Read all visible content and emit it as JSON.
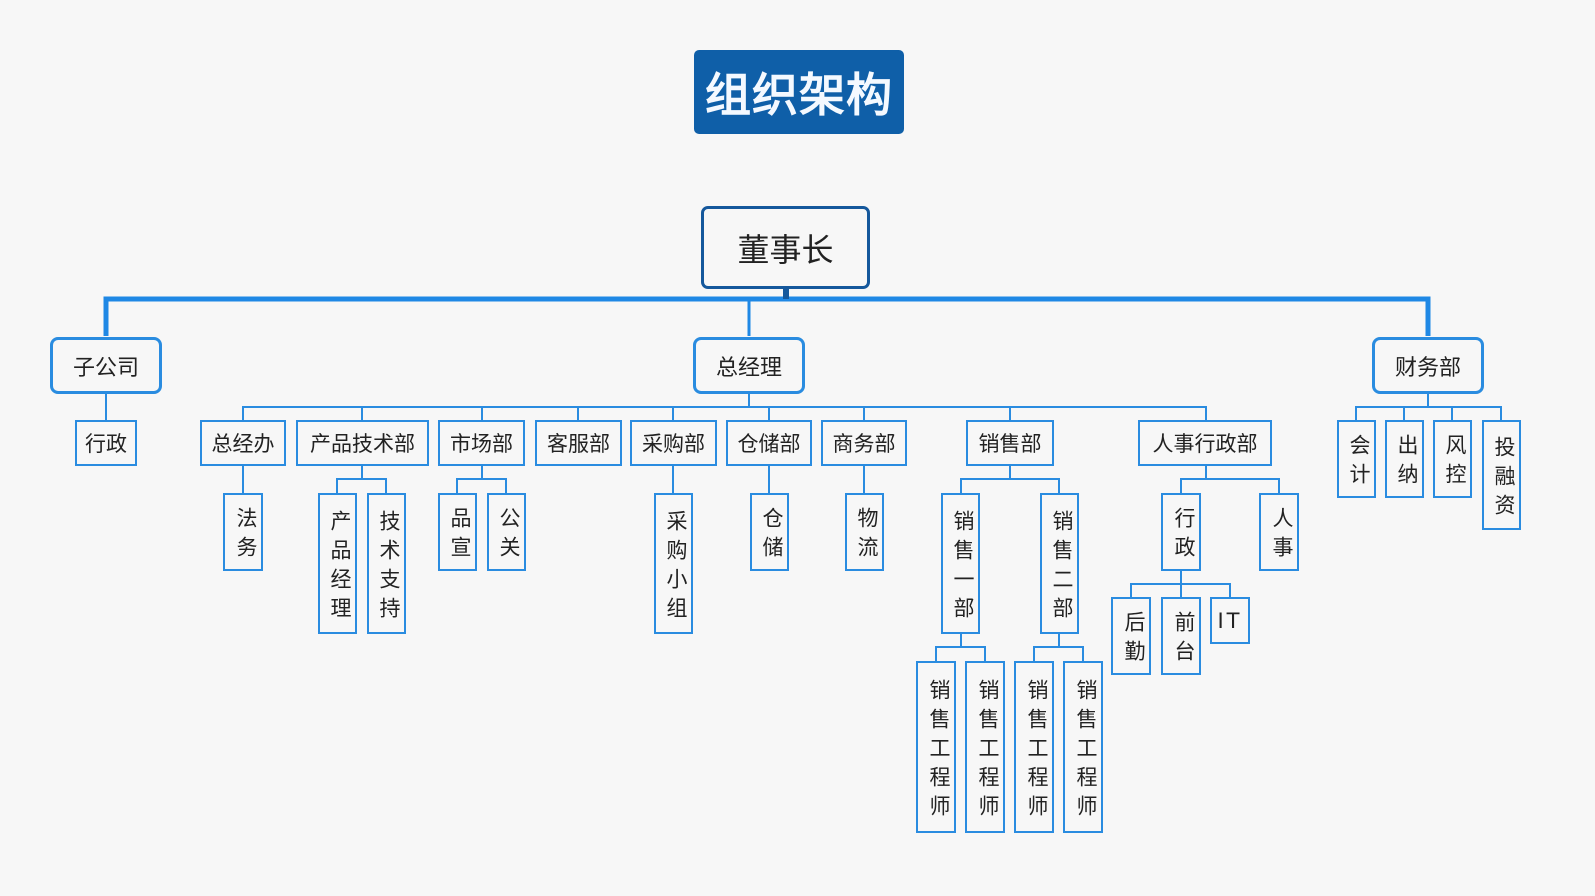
{
  "title": "组织架构",
  "colors": {
    "title_bg": "#0f5fa8",
    "line": "#2a8ce0",
    "root_border": "#15589c"
  },
  "root": {
    "label": "董事长"
  },
  "level1": [
    {
      "label": "子公司",
      "children": [
        {
          "label": "行政"
        }
      ]
    },
    {
      "label": "总经理",
      "children": [
        {
          "label": "总经办",
          "children": [
            {
              "label": "法务"
            }
          ]
        },
        {
          "label": "产品技术部",
          "children": [
            {
              "label": "产品经理"
            },
            {
              "label": "技术支持"
            }
          ]
        },
        {
          "label": "市场部",
          "children": [
            {
              "label": "品宣"
            },
            {
              "label": "公关"
            }
          ]
        },
        {
          "label": "客服部"
        },
        {
          "label": "采购部",
          "children": [
            {
              "label": "采购小组"
            }
          ]
        },
        {
          "label": "仓储部",
          "children": [
            {
              "label": "仓储"
            }
          ]
        },
        {
          "label": "商务部",
          "children": [
            {
              "label": "物流"
            }
          ]
        },
        {
          "label": "销售部",
          "children": [
            {
              "label": "销售一部",
              "children": [
                {
                  "label": "销售工程师"
                },
                {
                  "label": "销售工程师"
                }
              ]
            },
            {
              "label": "销售二部",
              "children": [
                {
                  "label": "销售工程师"
                },
                {
                  "label": "销售工程师"
                }
              ]
            }
          ]
        },
        {
          "label": "人事行政部",
          "children": [
            {
              "label": "行政",
              "children": [
                {
                  "label": "后勤"
                },
                {
                  "label": "前台"
                },
                {
                  "label": "IT"
                }
              ]
            },
            {
              "label": "人事"
            }
          ]
        }
      ]
    },
    {
      "label": "财务部",
      "children": [
        {
          "label": "会计"
        },
        {
          "label": "出纳"
        },
        {
          "label": "风控"
        },
        {
          "label": "投融资"
        }
      ]
    }
  ]
}
